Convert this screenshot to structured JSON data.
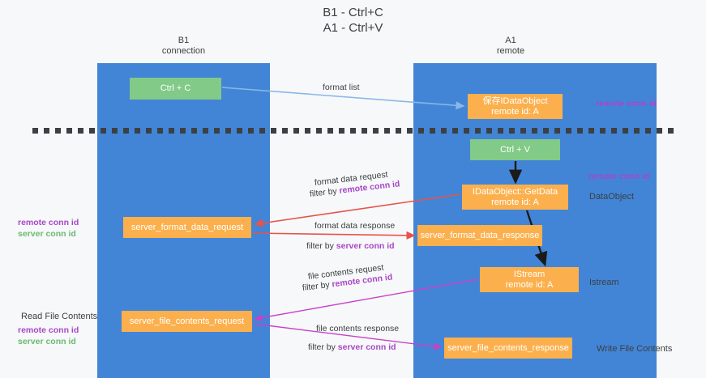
{
  "title": "B1 - Ctrl+C\nA1 - Ctrl+V",
  "lanes": {
    "left": {
      "name": "B1",
      "sub": "connection",
      "header": "B1\nconnection"
    },
    "right": {
      "name": "A1",
      "sub": "remote",
      "header": "A1\nremote"
    }
  },
  "nodes": {
    "ctrl_c": "Ctrl + C",
    "save_idataobject": "保存IDataObject\nremote id: A",
    "ctrl_v": "Ctrl + V",
    "getdata": "IDataObject::GetData\nremote id: A",
    "server_format_data_request": "server_format_data_request",
    "server_format_data_response": "server_format_data_response",
    "istream": "IStream\nremote id: A",
    "server_file_contents_request": "server_file_contents_request",
    "server_file_contents_response": "server_file_contents_response"
  },
  "edge_labels": {
    "format_list": "format list",
    "format_data_request": "format data request",
    "format_data_request_filter_prefix": "filter by ",
    "format_data_request_filter_key": "remote conn id",
    "format_data_response": "format data response",
    "format_data_response_filter_prefix": "filter by ",
    "format_data_response_filter_key": "server conn id",
    "file_contents_request": "file contents request",
    "file_contents_request_filter_prefix": "filter by ",
    "file_contents_request_filter_key": "remote conn id",
    "file_contents_response": "file contents response",
    "file_contents_response_filter_prefix": "filter by ",
    "file_contents_response_filter_key": "server conn id"
  },
  "annotations": {
    "remote_conn_id_top": "remote conn id",
    "remote_conn_id_mid": "remote conn id",
    "dataobject": "DataObject",
    "istream": "Istream",
    "write_file_contents": "Write File Contents",
    "read_file_contents": "Read File Contents",
    "left_remote_conn_id_mid": "remote conn id",
    "left_server_conn_id_mid": "server conn id",
    "left_remote_conn_id_bottom": "remote conn id",
    "left_server_conn_id_bottom": "server conn id"
  },
  "colors": {
    "lane": "#4285d6",
    "green_node": "#82ca87",
    "orange_node": "#fbb04d",
    "purple_text": "#a846c8",
    "green_text": "#6aba6f",
    "text": "#3c4043",
    "background": "#f7f8f9",
    "arrow_blue": "#8ab6e8",
    "arrow_red": "#e8534a",
    "arrow_magenta": "#c council",
    "arrow_black": "#1a1a1a"
  }
}
